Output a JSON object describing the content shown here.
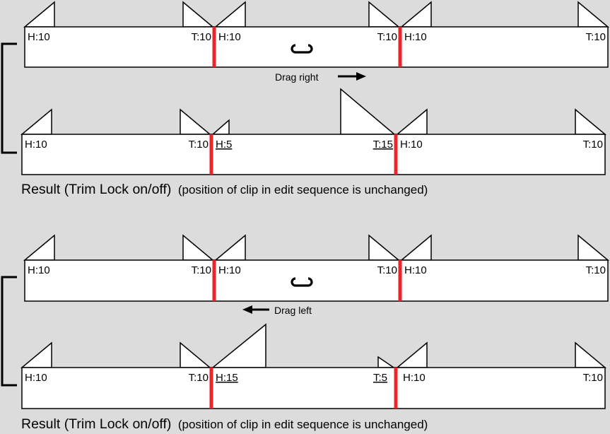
{
  "labels": {
    "head_10": "H:10",
    "tail_10": "T:10",
    "head_5": "H:5",
    "tail_15": "T:15",
    "head_15": "H:15",
    "tail_5": "T:5"
  },
  "hints": {
    "drag_right": "Drag right",
    "drag_left": "Drag left"
  },
  "captions": {
    "result_main": "Result (Trim Lock on/off)",
    "result_note": "(position of clip in edit sequence is unchanged)"
  },
  "colors": {
    "background": "#dcdcdc",
    "edit_point": "#e8262b",
    "track": "#ffffff",
    "outline": "#000000"
  },
  "icons": {
    "trim_icon": "trim-roll-icon"
  }
}
